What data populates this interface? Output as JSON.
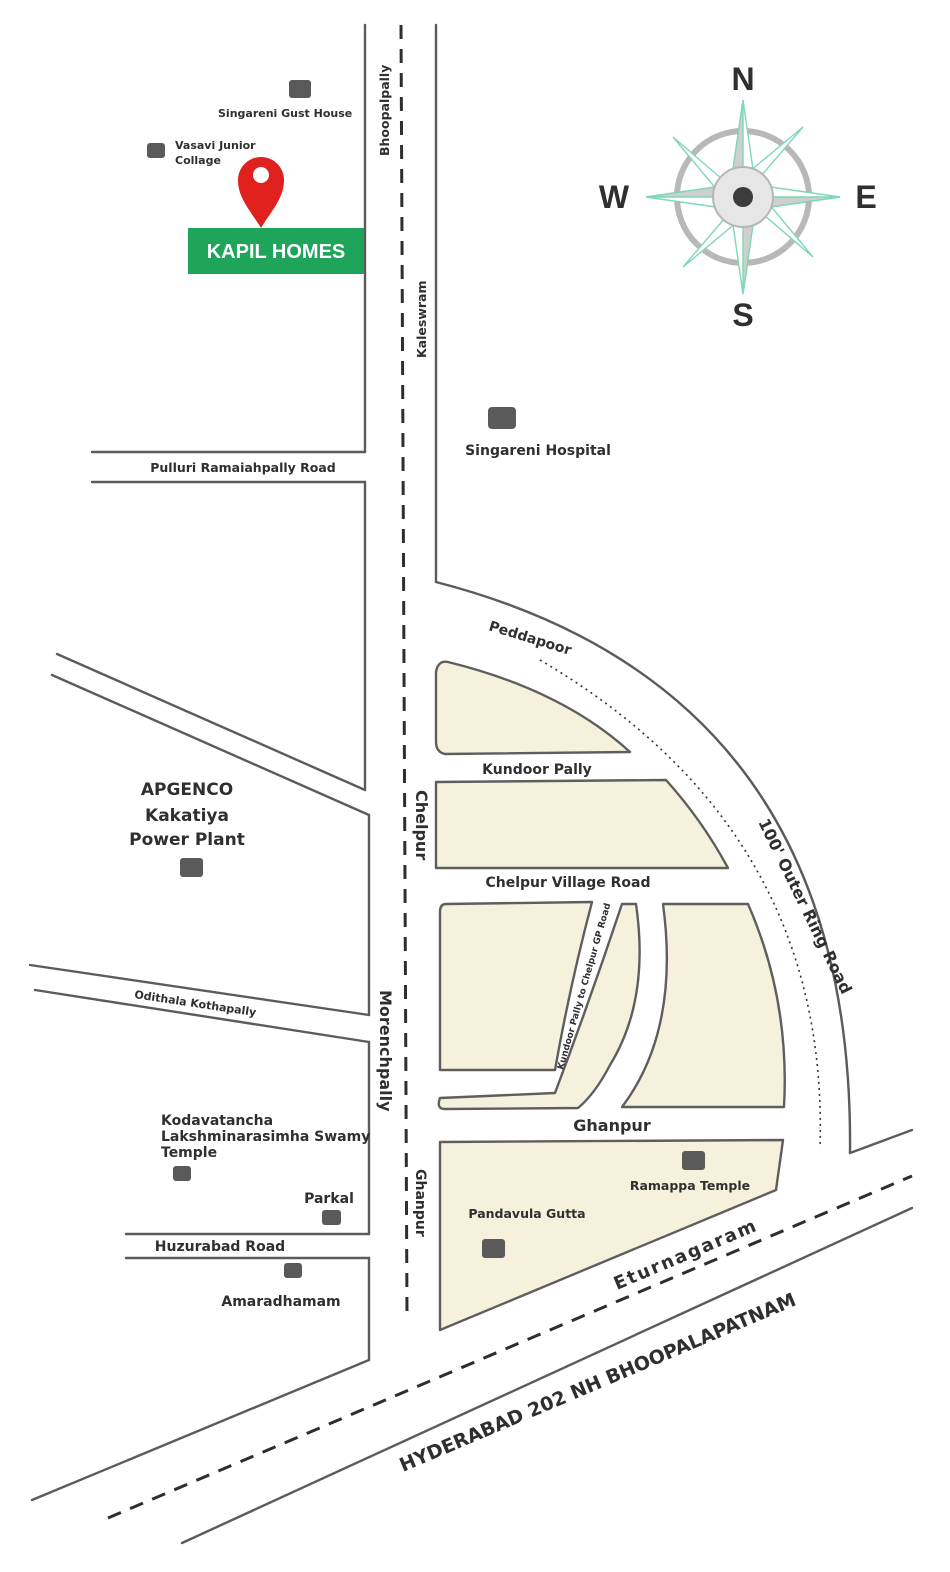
{
  "brand": {
    "name": "KAPIL HOMES",
    "color": "#1ea55a",
    "pin_color": "#e0211d"
  },
  "compass": {
    "north": "N",
    "south": "S",
    "east": "E",
    "west": "W",
    "accent": "#7fd8b4"
  },
  "roads": {
    "bhoopalpally": "Bhoopalpally",
    "kaleswram": "Kaleswram",
    "pulluri": "Pulluri Ramaiahpally Road",
    "peddapoor": "Peddapoor",
    "kundoor_pally": "Kundoor Pally",
    "chelpur": "Chelpur",
    "chelpur_village": "Chelpur Village Road",
    "outer_ring": "100' Outer Ring Road",
    "kundoor_gp": "Kundoor Pally to Chelpur GP Road",
    "odithala": "Odithala Kothapally",
    "morenchpally": "Morenchpally",
    "ghanpur_h": "Ghanpur",
    "ghanpur_v": "Ghanpur",
    "huzurabad": "Huzurabad Road",
    "eturnagaram": "Eturnagaram",
    "highway": "HYDERABAD 202 NH BHOOPALAPATNAM"
  },
  "landmarks": {
    "gust_house": "Singareni Gust House",
    "vasavi_1": "Vasavi Junior",
    "vasavi_2": "Collage",
    "hospital": "Singareni Hospital",
    "apgenco_1": "APGENCO",
    "apgenco_2": "Kakatiya",
    "apgenco_3": "Power Plant",
    "kodav_1": "Kodavatancha",
    "kodav_2": "Lakshminarasimha Swamy",
    "kodav_3": "Temple",
    "parkal": "Parkal",
    "amaradhamam": "Amaradhamam",
    "ramappa": "Ramappa Temple",
    "pandavula": "Pandavula Gutta"
  }
}
